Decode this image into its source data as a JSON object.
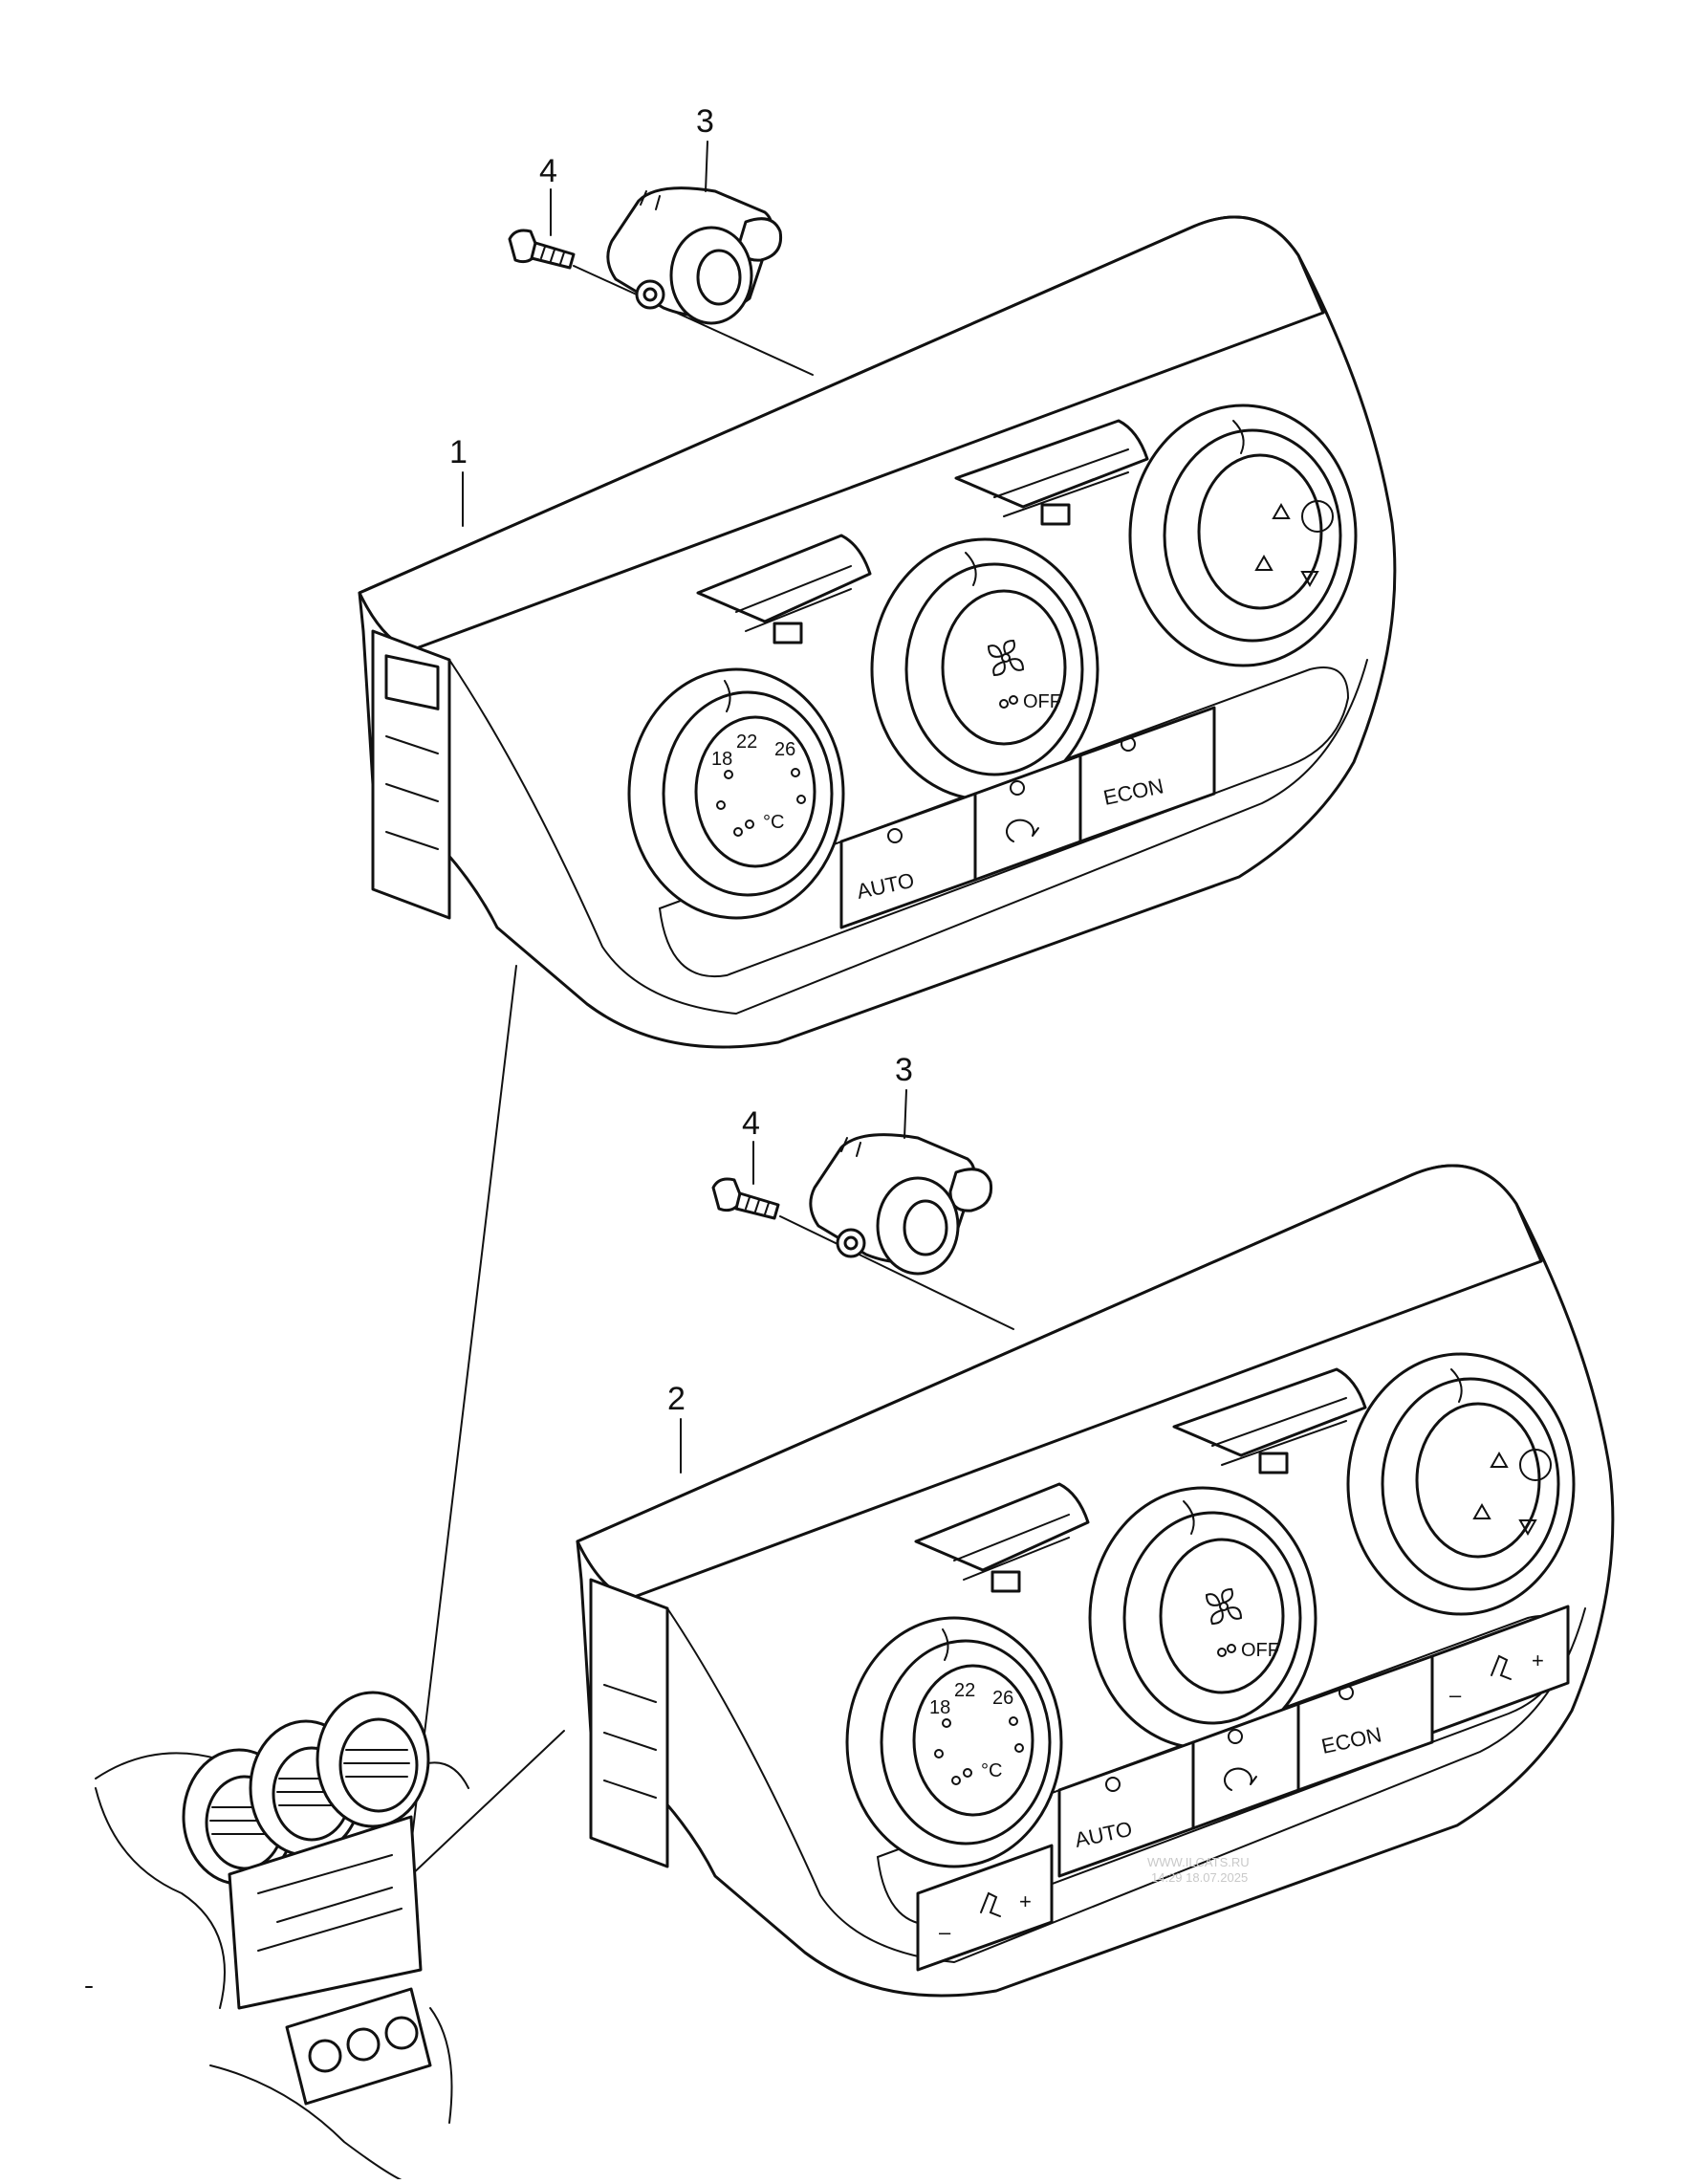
{
  "callouts": {
    "upper_panel": "1",
    "lower_panel": "2",
    "knob_upper": "3",
    "screw_upper": "4",
    "knob_lower": "3",
    "screw_lower": "4"
  },
  "panel_upper": {
    "temp_dial": {
      "t18": "18",
      "t22": "22",
      "t26": "26",
      "unit": "°C"
    },
    "fan_dial": {
      "off": "OFF"
    },
    "buttons": {
      "auto": "AUTO",
      "econ": "ECON"
    }
  },
  "panel_lower": {
    "temp_dial": {
      "t18": "18",
      "t22": "22",
      "t26": "26",
      "unit": "°C"
    },
    "fan_dial": {
      "off": "OFF"
    },
    "buttons": {
      "auto": "AUTO",
      "econ": "ECON"
    },
    "seat_left": {
      "minus": "–",
      "plus": "+"
    },
    "seat_right": {
      "minus": "–",
      "plus": "+"
    }
  },
  "watermark": {
    "line1": "WWW.ILCATS.RU",
    "line2": "14:29 18.07.2025"
  }
}
